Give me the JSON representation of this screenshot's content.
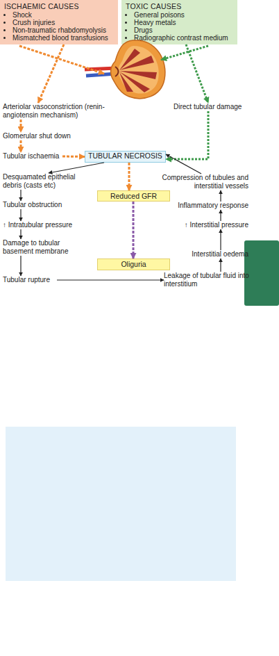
{
  "diagram": {
    "nodes": [
      {
        "text": [
          "ISCHAEMIC CAUSES",
          "Shock",
          "Crush injuries",
          "Non-traumatic rhabdomyolysis",
          "Mismatched blood transfusions"
        ]
      },
      {
        "text": [
          "TOXIC CAUSES",
          "General poisons",
          "Heavy metals",
          "Drugs",
          "Radiographic contrast medium"
        ]
      },
      {
        "text": [
          "Arteriolar vasoconstriction (renin-angiotensin mechanism)"
        ]
      },
      {
        "text": [
          "Direct tubular damage"
        ]
      },
      {
        "text": [
          "Glomerular shut down"
        ]
      },
      {
        "text": [
          "Tubular ischaemia"
        ]
      },
      {
        "text": [
          "TUBULAR NECROSIS"
        ]
      },
      {
        "text": [
          "Desquamated epithelial debris (casts etc)"
        ]
      },
      {
        "text": [
          "Compression of tubules and interstitial vessels"
        ]
      },
      {
        "text": [
          "Reduced GFR"
        ]
      },
      {
        "text": [
          "Tubular obstruction"
        ]
      },
      {
        "text": [
          "Inflammatory response"
        ]
      },
      {
        "text": [
          "↑ Intratubular pressure"
        ]
      },
      {
        "text": [
          "↑ Interstitial pressure"
        ]
      },
      {
        "text": [
          "Damage to tubular basement membrane"
        ]
      },
      {
        "text": [
          "Interstitial oedema"
        ]
      },
      {
        "text": [
          "Oliguria"
        ]
      },
      {
        "text": [
          "Tubular rupture"
        ]
      },
      {
        "text": [
          "Leakage of tubular fluid into interstitium"
        ]
      }
    ],
    "edges": [
      {
        "from": 0,
        "to": 2,
        "arrow": "to"
      },
      {
        "from": 1,
        "to": 3,
        "arrow": "to"
      },
      {
        "from": 2,
        "to": 4,
        "arrow": "to"
      },
      {
        "from": 4,
        "to": 5,
        "arrow": "to"
      },
      {
        "from": 5,
        "to": 6,
        "arrow": "to"
      },
      {
        "from": 3,
        "to": 6,
        "arrow": "to"
      },
      {
        "from": 6,
        "to": 7,
        "arrow": "to"
      },
      {
        "from": 6,
        "to": 9,
        "arrow": "to"
      },
      {
        "from": 9,
        "to": 16,
        "arrow": "to"
      },
      {
        "from": 7,
        "to": 10,
        "arrow": "to"
      },
      {
        "from": 10,
        "to": 12,
        "arrow": "to"
      },
      {
        "from": 12,
        "to": 14,
        "arrow": "to"
      },
      {
        "from": 14,
        "to": 17,
        "arrow": "to"
      },
      {
        "from": 17,
        "to": 18,
        "arrow": "to"
      },
      {
        "from": 18,
        "to": 15,
        "arrow": "to"
      },
      {
        "from": 15,
        "to": 13,
        "arrow": "to"
      },
      {
        "from": 13,
        "to": 11,
        "arrow": "to"
      },
      {
        "from": 11,
        "to": 8,
        "arrow": "to"
      },
      {
        "from": 8,
        "to": 6,
        "arrow": "to"
      }
    ]
  }
}
